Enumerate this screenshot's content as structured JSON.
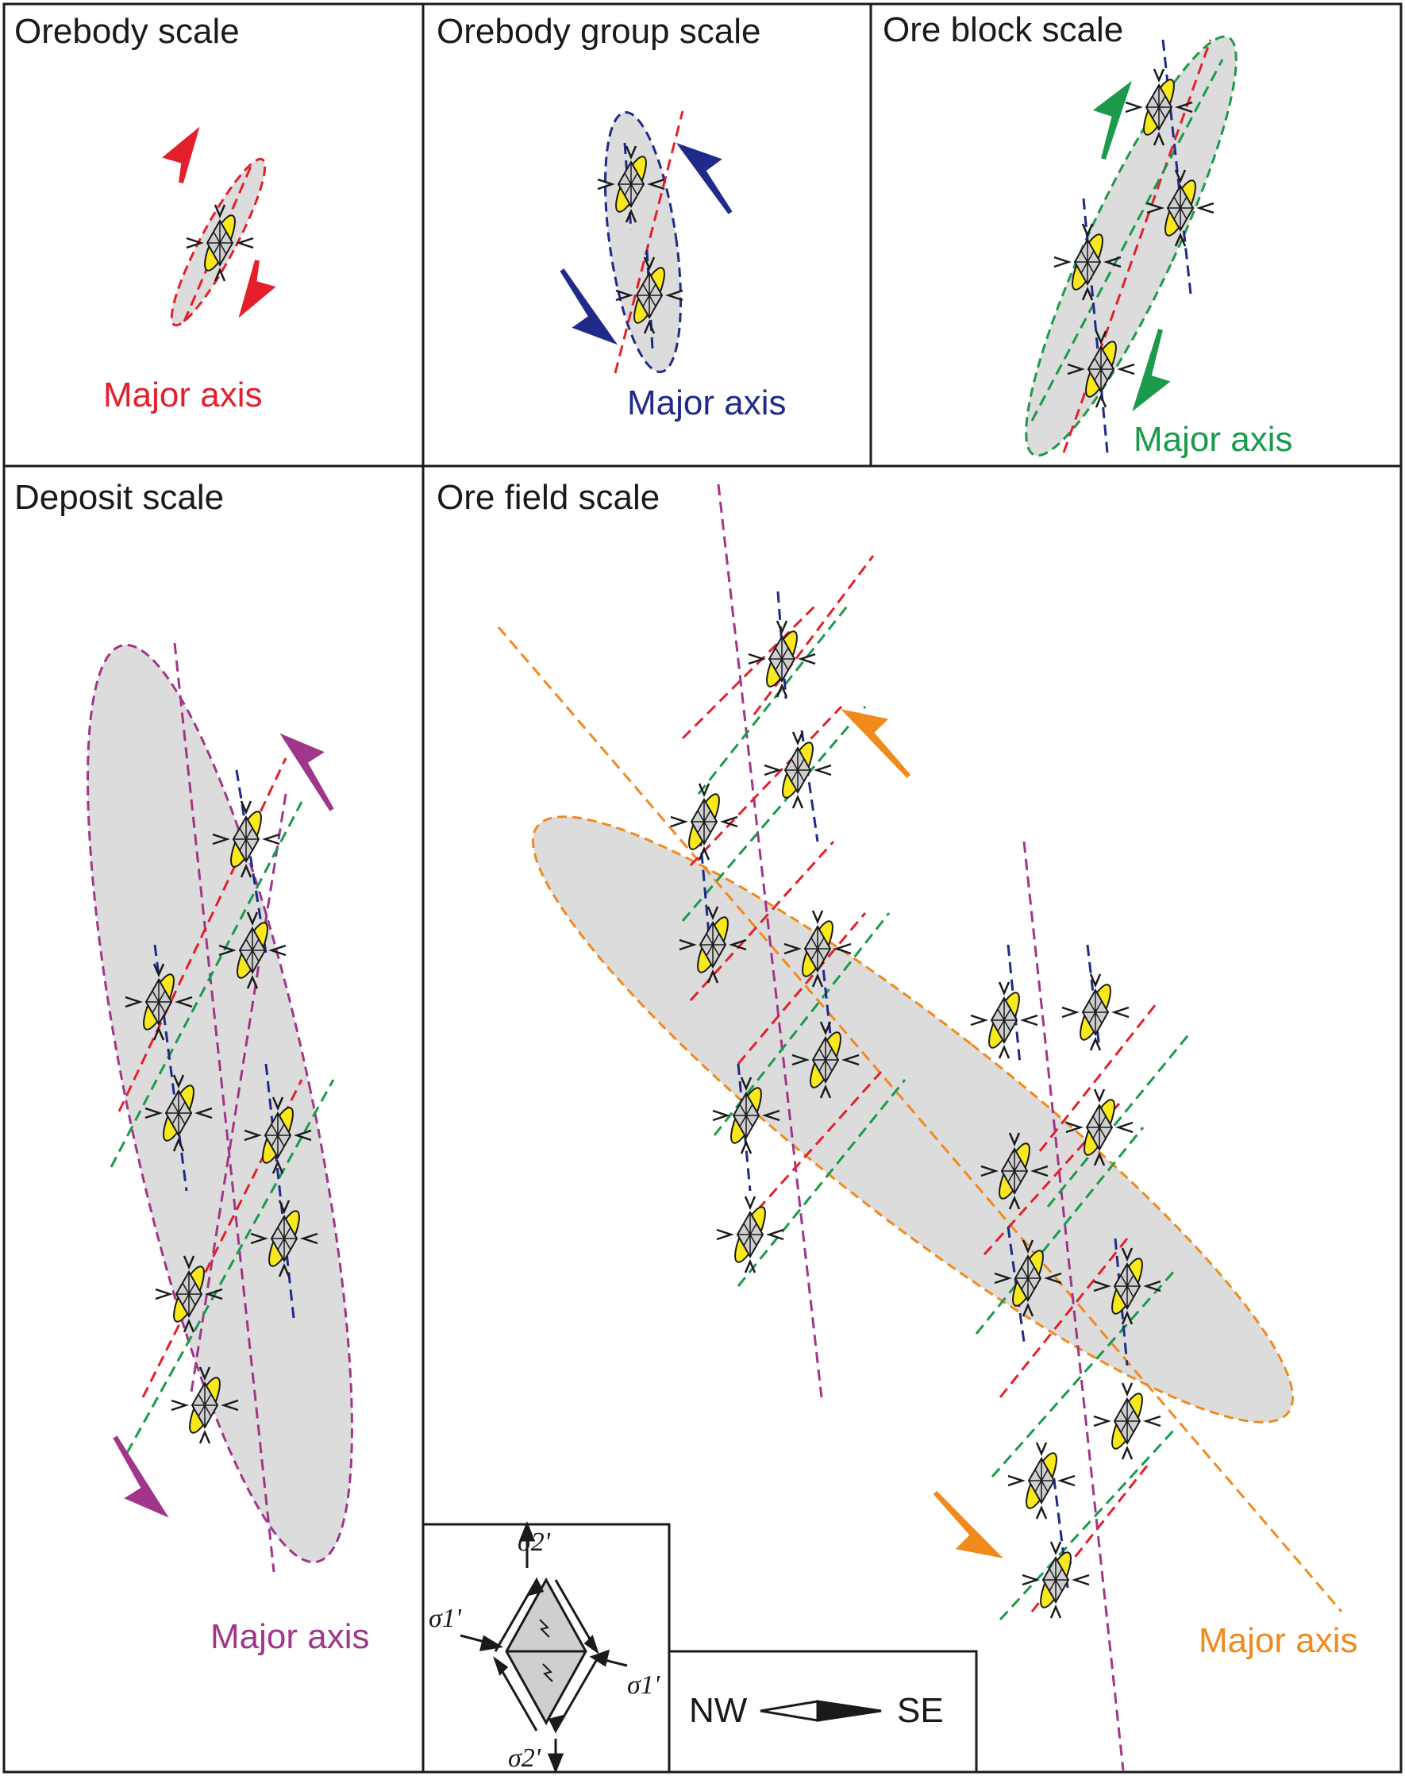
{
  "panels": [
    {
      "id": "orebody",
      "title": "Orebody scale",
      "axis_label": "Major axis",
      "color": "#e3202a"
    },
    {
      "id": "group",
      "title": "Orebody group scale",
      "axis_label": "Major axis",
      "color": "#1f2a8a"
    },
    {
      "id": "block",
      "title": "Ore block scale",
      "axis_label": "Major axis",
      "color": "#1a9a4a"
    },
    {
      "id": "deposit",
      "title": "Deposit scale",
      "axis_label": "Major axis",
      "color": "#a0368a"
    },
    {
      "id": "field",
      "title": "Ore field scale",
      "axis_label": "Major axis",
      "color": "#f08a1c"
    }
  ],
  "inset": {
    "sigma1_top": "σ1'",
    "sigma1_bottom": "σ1'",
    "sigma2_top": "σ2'",
    "sigma2_bottom": "σ2'"
  },
  "compass": {
    "left": "NW",
    "right": "SE"
  },
  "colors": {
    "ellipse_fill": "#dcdcdc",
    "ore_yellow": "#f8e81c",
    "red_fault": "#e3202a",
    "blue_fault": "#1f2a8a",
    "green_fault": "#1a9a4a",
    "purple_fault": "#a0368a",
    "orange_fault": "#f08a1c"
  }
}
